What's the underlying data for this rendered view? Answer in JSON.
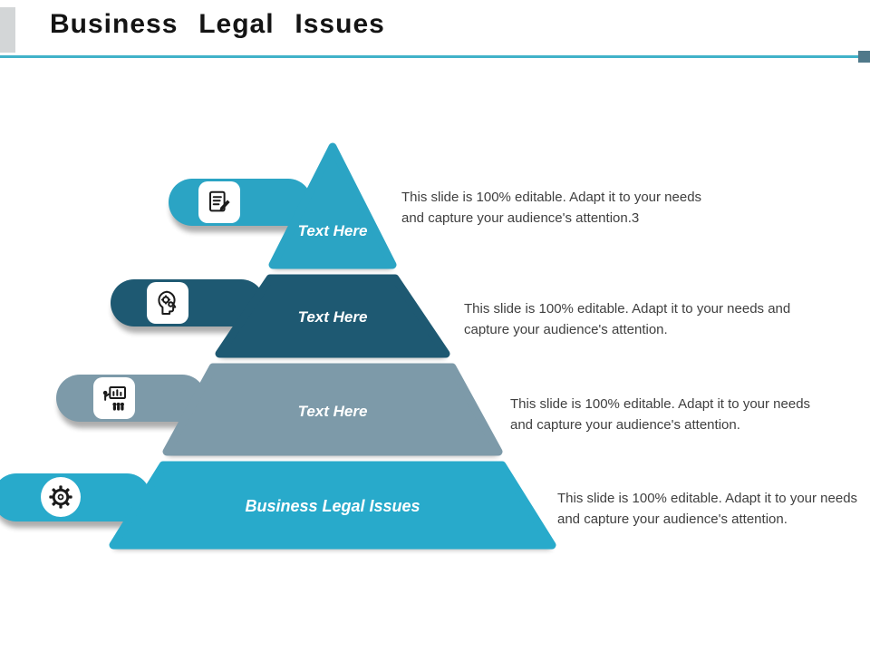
{
  "header": {
    "title": "Business Legal Issues",
    "accent_line_color": "#41b2c9",
    "corner_left_color": "#d3d6d7",
    "corner_right_color": "#50798a"
  },
  "pyramid": {
    "layers": [
      {
        "label": "Text Here",
        "description": "This slide is 100% editable. Adapt it to your needs and capture your audience's attention.3",
        "color": "#2ba4c4",
        "icon": "note-pencil-icon"
      },
      {
        "label": "Text Here",
        "description": "This slide is 100% editable. Adapt it to your needs and capture your audience's attention.",
        "color": "#1e5972",
        "icon": "head-gears-icon"
      },
      {
        "label": "Text Here",
        "description": "This slide is 100% editable. Adapt it to your needs and capture your audience's attention.",
        "color": "#7d9aa9",
        "icon": "presentation-icon"
      },
      {
        "label": "Business Legal Issues",
        "description": "This slide is 100% editable. Adapt it to your needs and capture your audience's attention.",
        "color": "#28aacb",
        "icon": "gear-icon"
      }
    ]
  }
}
